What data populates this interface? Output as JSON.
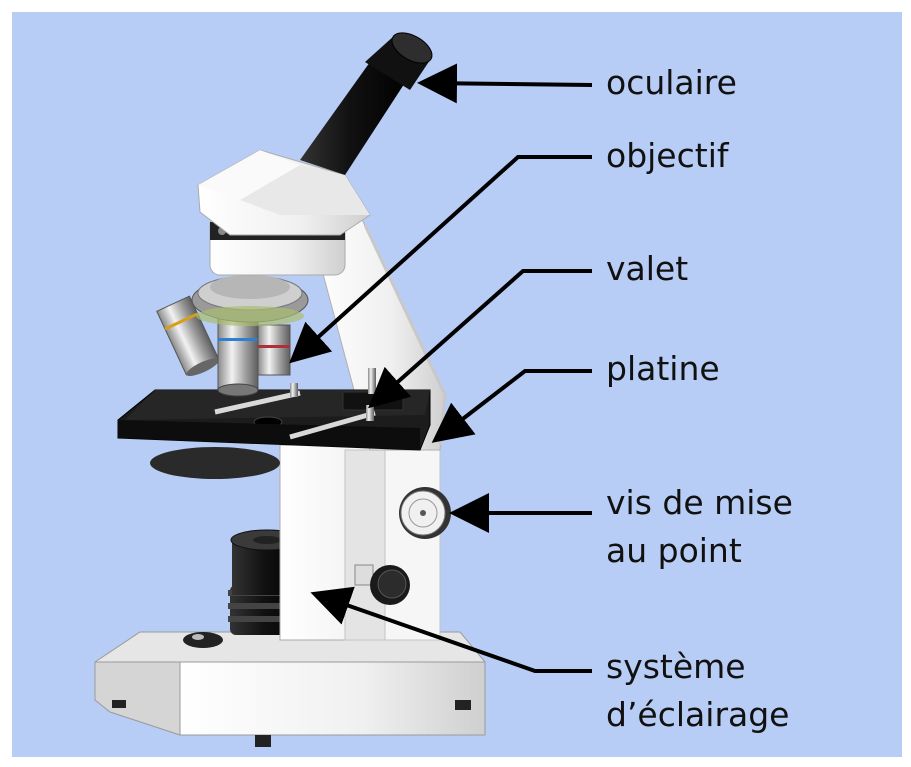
{
  "labels": {
    "oculaire": "oculaire",
    "objectif": "objectif",
    "valet": "valet",
    "platine": "platine",
    "vis_line1": "vis de mise",
    "vis_line2": "au point",
    "eclairage_line1": "système",
    "eclairage_line2": "d’éclairage"
  },
  "colors": {
    "background": "#b8cdf5",
    "arrow": "#000000",
    "stage": "#1a1a1a",
    "body": "#f2f2f2"
  }
}
